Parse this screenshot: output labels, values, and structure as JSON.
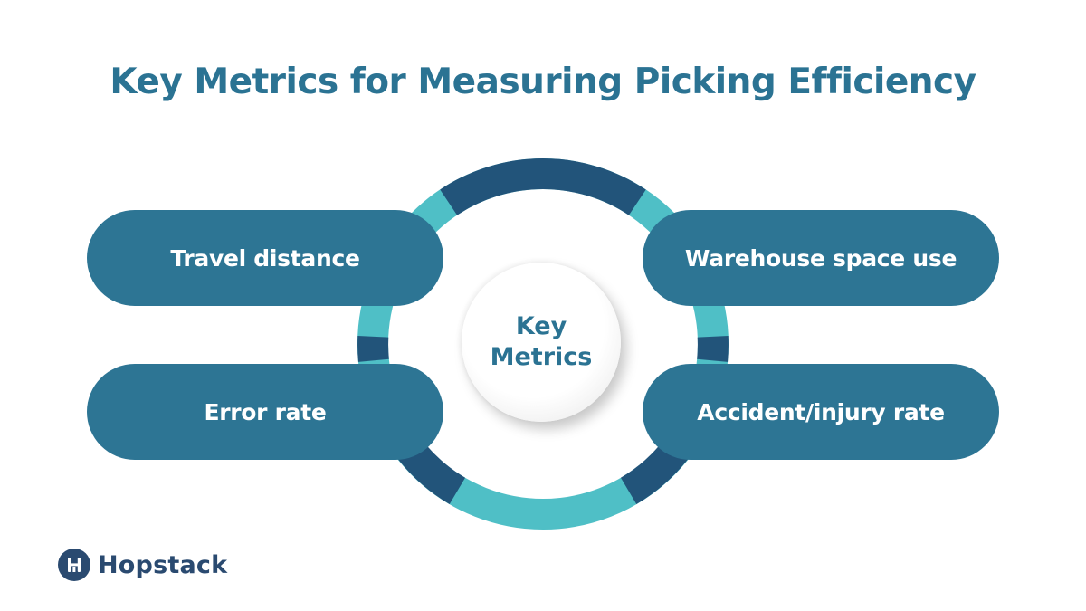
{
  "title": "Key Metrics for Measuring Picking Efficiency",
  "center": {
    "line1": "Key",
    "line2": "Metrics"
  },
  "metrics": [
    "Travel distance",
    "Error rate",
    "Warehouse space use",
    "Accident/injury rate"
  ],
  "brand": {
    "name": "Hopstack",
    "logo_icon": "hopstack-logo-icon"
  },
  "colors": {
    "title": "#2b7393",
    "pill": "#2d7594",
    "ring_dark": "#22547a",
    "ring_light": "#4fbfc6",
    "logo": "#2a4a70"
  }
}
